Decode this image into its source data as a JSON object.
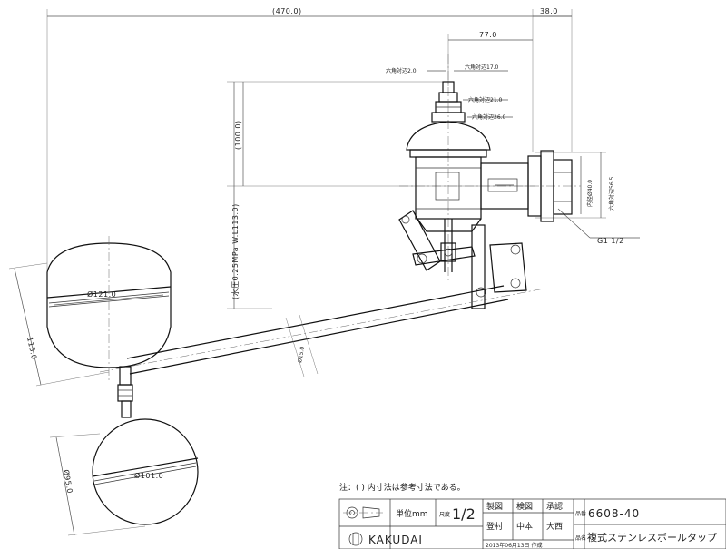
{
  "dimensions": {
    "overall_width": "(470.0)",
    "body_offset": "38.0",
    "valve_to_center": "77.0",
    "hex_a": "六角対辺2.0",
    "hex_b": "六角対辺17.0",
    "hex_c": "六角対辺21.0",
    "hex_d": "六角対辺26.0",
    "height_100": "(100.0)",
    "height_113": "(水圧0.25MPa W.L113.0)",
    "inner_dia": "内径Ø40.0",
    "hex_outer": "六角対辺56.5",
    "thread": "G1 1/2",
    "float1_dia": "Ø121.0",
    "float1_height": "115.0",
    "float2_dia": "Ø101.0",
    "float2_height": "Ø95.0",
    "rod_dia": "Ø15.0"
  },
  "note": "注：(  ) 内寸法は参考寸法である。",
  "title_block": {
    "unit": "単位mm",
    "scale_label": "尺度",
    "scale_value": "1/2",
    "made_label": "製図",
    "check_label": "検図",
    "approve_label": "承認",
    "made_by": "登村",
    "check_by": "中本",
    "approve_by": "大西",
    "part_no_label": "品番",
    "part_no": "6608-40",
    "name_label": "品名",
    "product_name": "複式ステンレスボールタップ",
    "company": "KAKUDAI",
    "date": "2013年06月13日 作成"
  }
}
